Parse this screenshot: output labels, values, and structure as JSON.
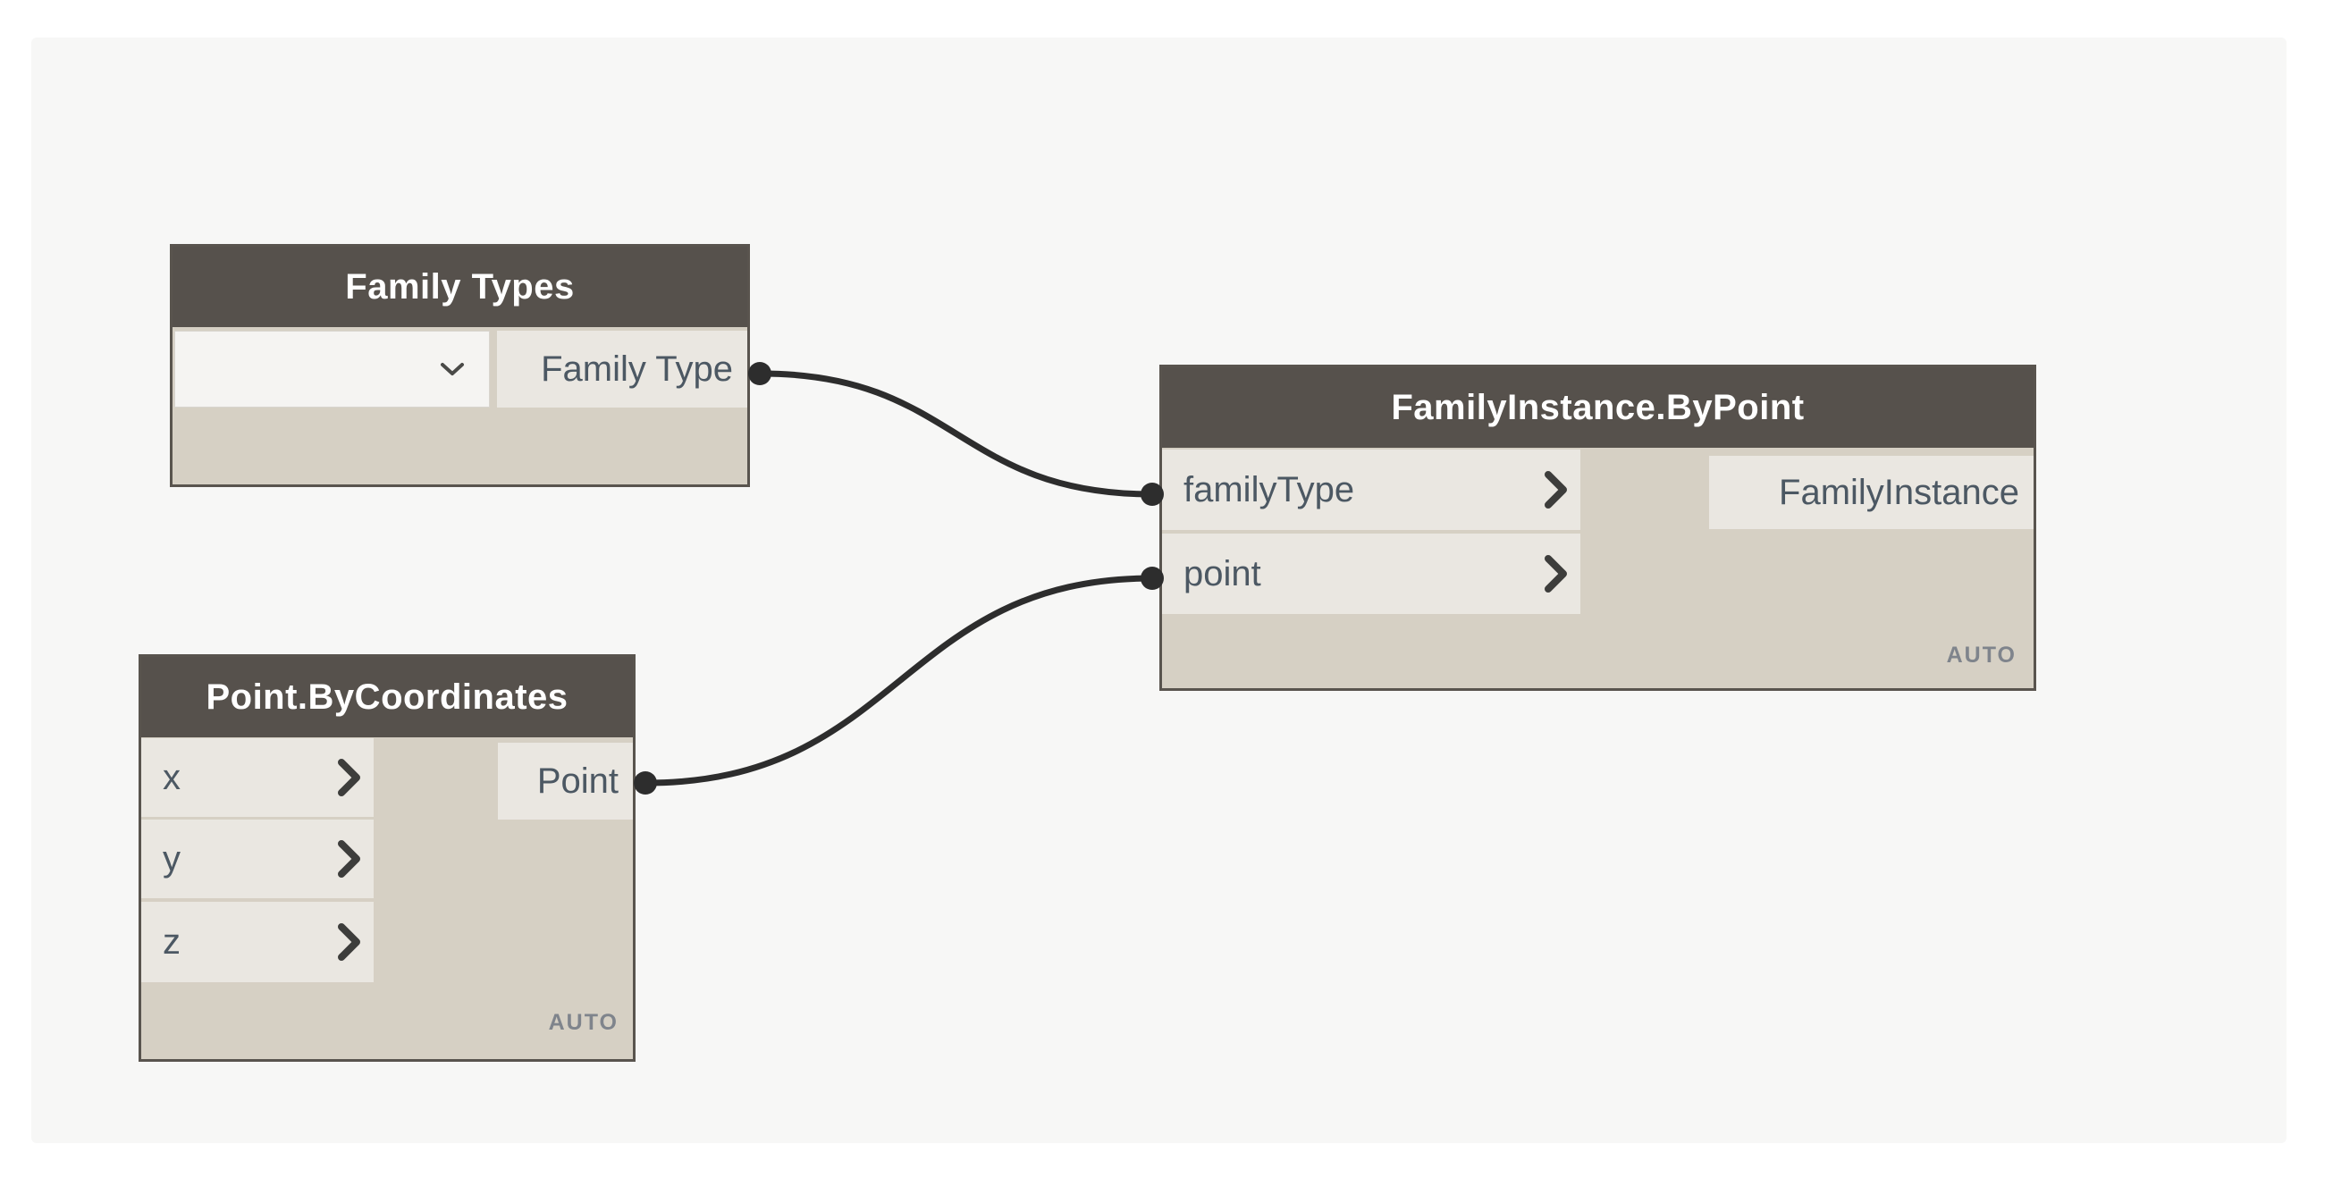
{
  "graph": {
    "tool": "visual-programming node graph",
    "nodes": {
      "family_types": {
        "title": "Family Types",
        "dropdown_value": "",
        "output": "Family Type"
      },
      "point_by_coordinates": {
        "title": "Point.ByCoordinates",
        "inputs": [
          "x",
          "y",
          "z"
        ],
        "output": "Point",
        "lacing": "AUTO"
      },
      "family_instance_by_point": {
        "title": "FamilyInstance.ByPoint",
        "inputs": [
          "familyType",
          "point"
        ],
        "output": "FamilyInstance",
        "lacing": "AUTO"
      }
    },
    "wires": [
      {
        "from": "Family Types / Family Type",
        "to": "FamilyInstance.ByPoint / familyType"
      },
      {
        "from": "Point.ByCoordinates / Point",
        "to": "FamilyInstance.ByPoint / point"
      }
    ],
    "icons": {
      "dropdown": "chevron-down-icon",
      "port_default_marker": "chevron-right-icon"
    },
    "colors": {
      "canvas": "#f7f7f6",
      "node_header": "#56514c",
      "node_body": "#d6d0c4",
      "node_cell": "#eae7e1",
      "node_border": "#59544e",
      "port_text": "#4c5863",
      "wire": "#2d2d2d",
      "lacing_text": "#7f848c"
    }
  }
}
